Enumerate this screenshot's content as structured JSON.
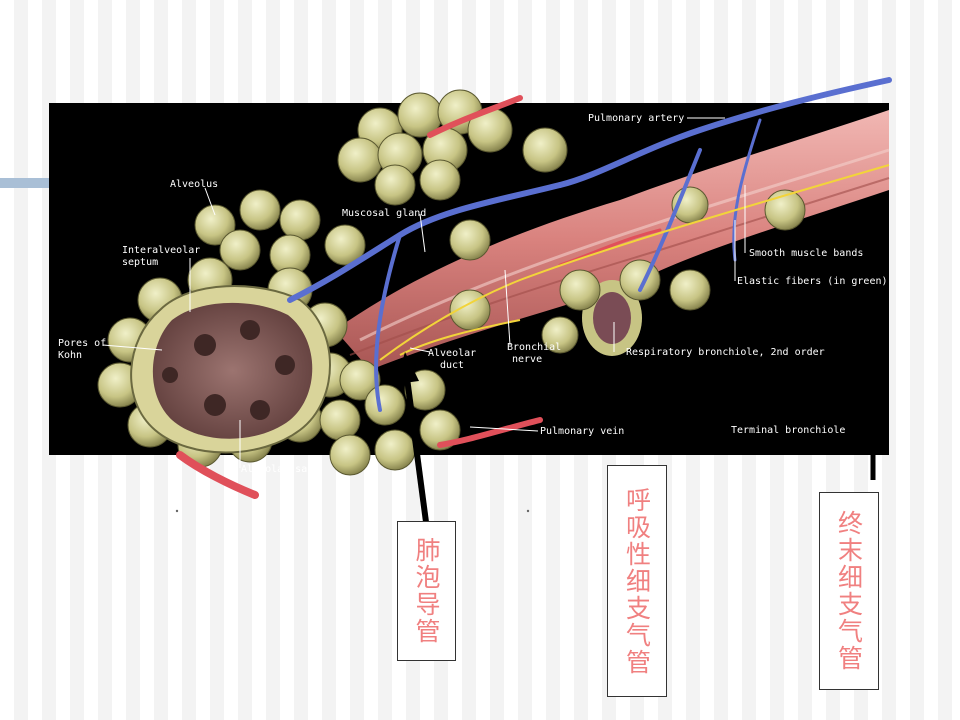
{
  "labels": {
    "pulmonary_artery": "Pulmonary artery",
    "alveolus": "Alveolus",
    "muscosal_gland": "Muscosal gland",
    "interalveolar_septum_l1": "Interalveolar",
    "interalveolar_septum_l2": "septum",
    "smooth_muscle_bands": "Smooth muscle bands",
    "elastic_fibers": "Elastic fibers (in green)",
    "pores_of_kohn_l1": "Pores of",
    "pores_of_kohn_l2": "Kohn",
    "bronchial_nerve_l1": "Bronchial",
    "bronchial_nerve_l2": "nerve",
    "alveolar_duct_l1": "Alveolar",
    "alveolar_duct_l2": "duct",
    "respiratory_bronchiole": "Respiratory bronchiole, 2nd order",
    "pulmonary_vein": "Pulmonary vein",
    "terminal_bronchiole": "Terminal bronchiole",
    "alveolar_sac": "Alveolar sac"
  },
  "callouts": {
    "alveolar_duct_cn": "肺泡导管",
    "respiratory_bronchiole_cn": "呼吸性细支气管",
    "terminal_bronchiole_cn": "终末细支气管"
  },
  "colors": {
    "panel": "#000000",
    "callout_text": "#f08080",
    "accent_bar": "#a9bfd6",
    "artery": "#5a6fd0",
    "vein": "#e0505a",
    "alveolus": "#c9c98a",
    "airway": "#d98c8c"
  }
}
